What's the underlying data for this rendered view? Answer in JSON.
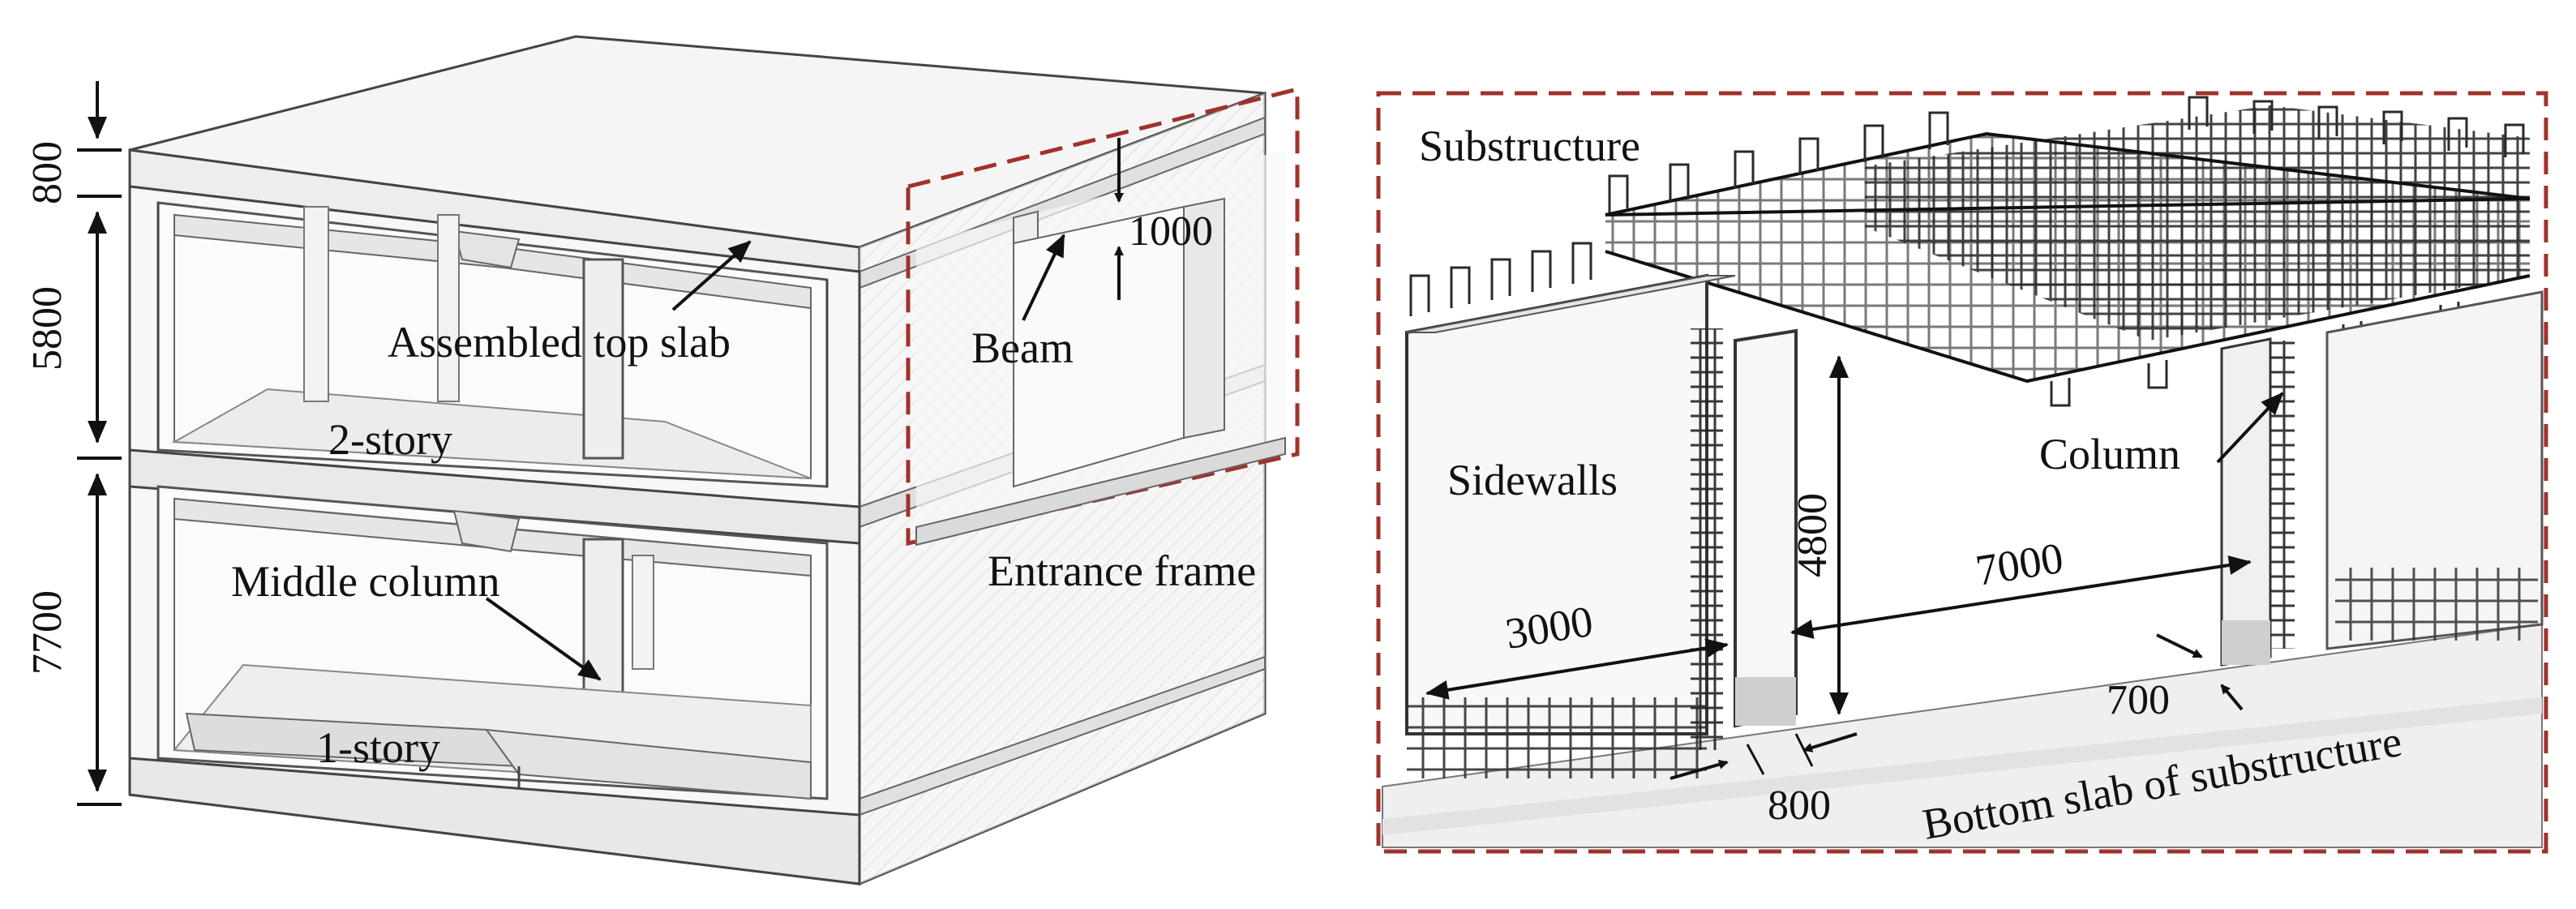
{
  "colors": {
    "frame_dashed": "#A0322B",
    "concrete_face": "#F2F2F2",
    "concrete_side": "#E4E4E4",
    "edge_line": "#444444",
    "rebar": "#222222"
  },
  "left_panel": {
    "dimensions": {
      "top_slab": "800",
      "story_2": "5800",
      "story_1": "7700",
      "beam": "1000"
    },
    "labels": {
      "assembled_top_slab": "Assembled top slab",
      "beam": "Beam",
      "story_2": "2-story",
      "middle_column": "Middle column",
      "story_1": "1-story",
      "entrance_frame": "Entrance frame"
    }
  },
  "right_panel": {
    "labels": {
      "substructure": "Substructure",
      "sidewalls": "Sidewalls",
      "column": "Column",
      "bottom_slab": "Bottom slab of substructure"
    },
    "dimensions": {
      "height": "4800",
      "span_left": "3000",
      "span_right": "7000",
      "column_width": "700",
      "wall_thickness": "800"
    }
  }
}
